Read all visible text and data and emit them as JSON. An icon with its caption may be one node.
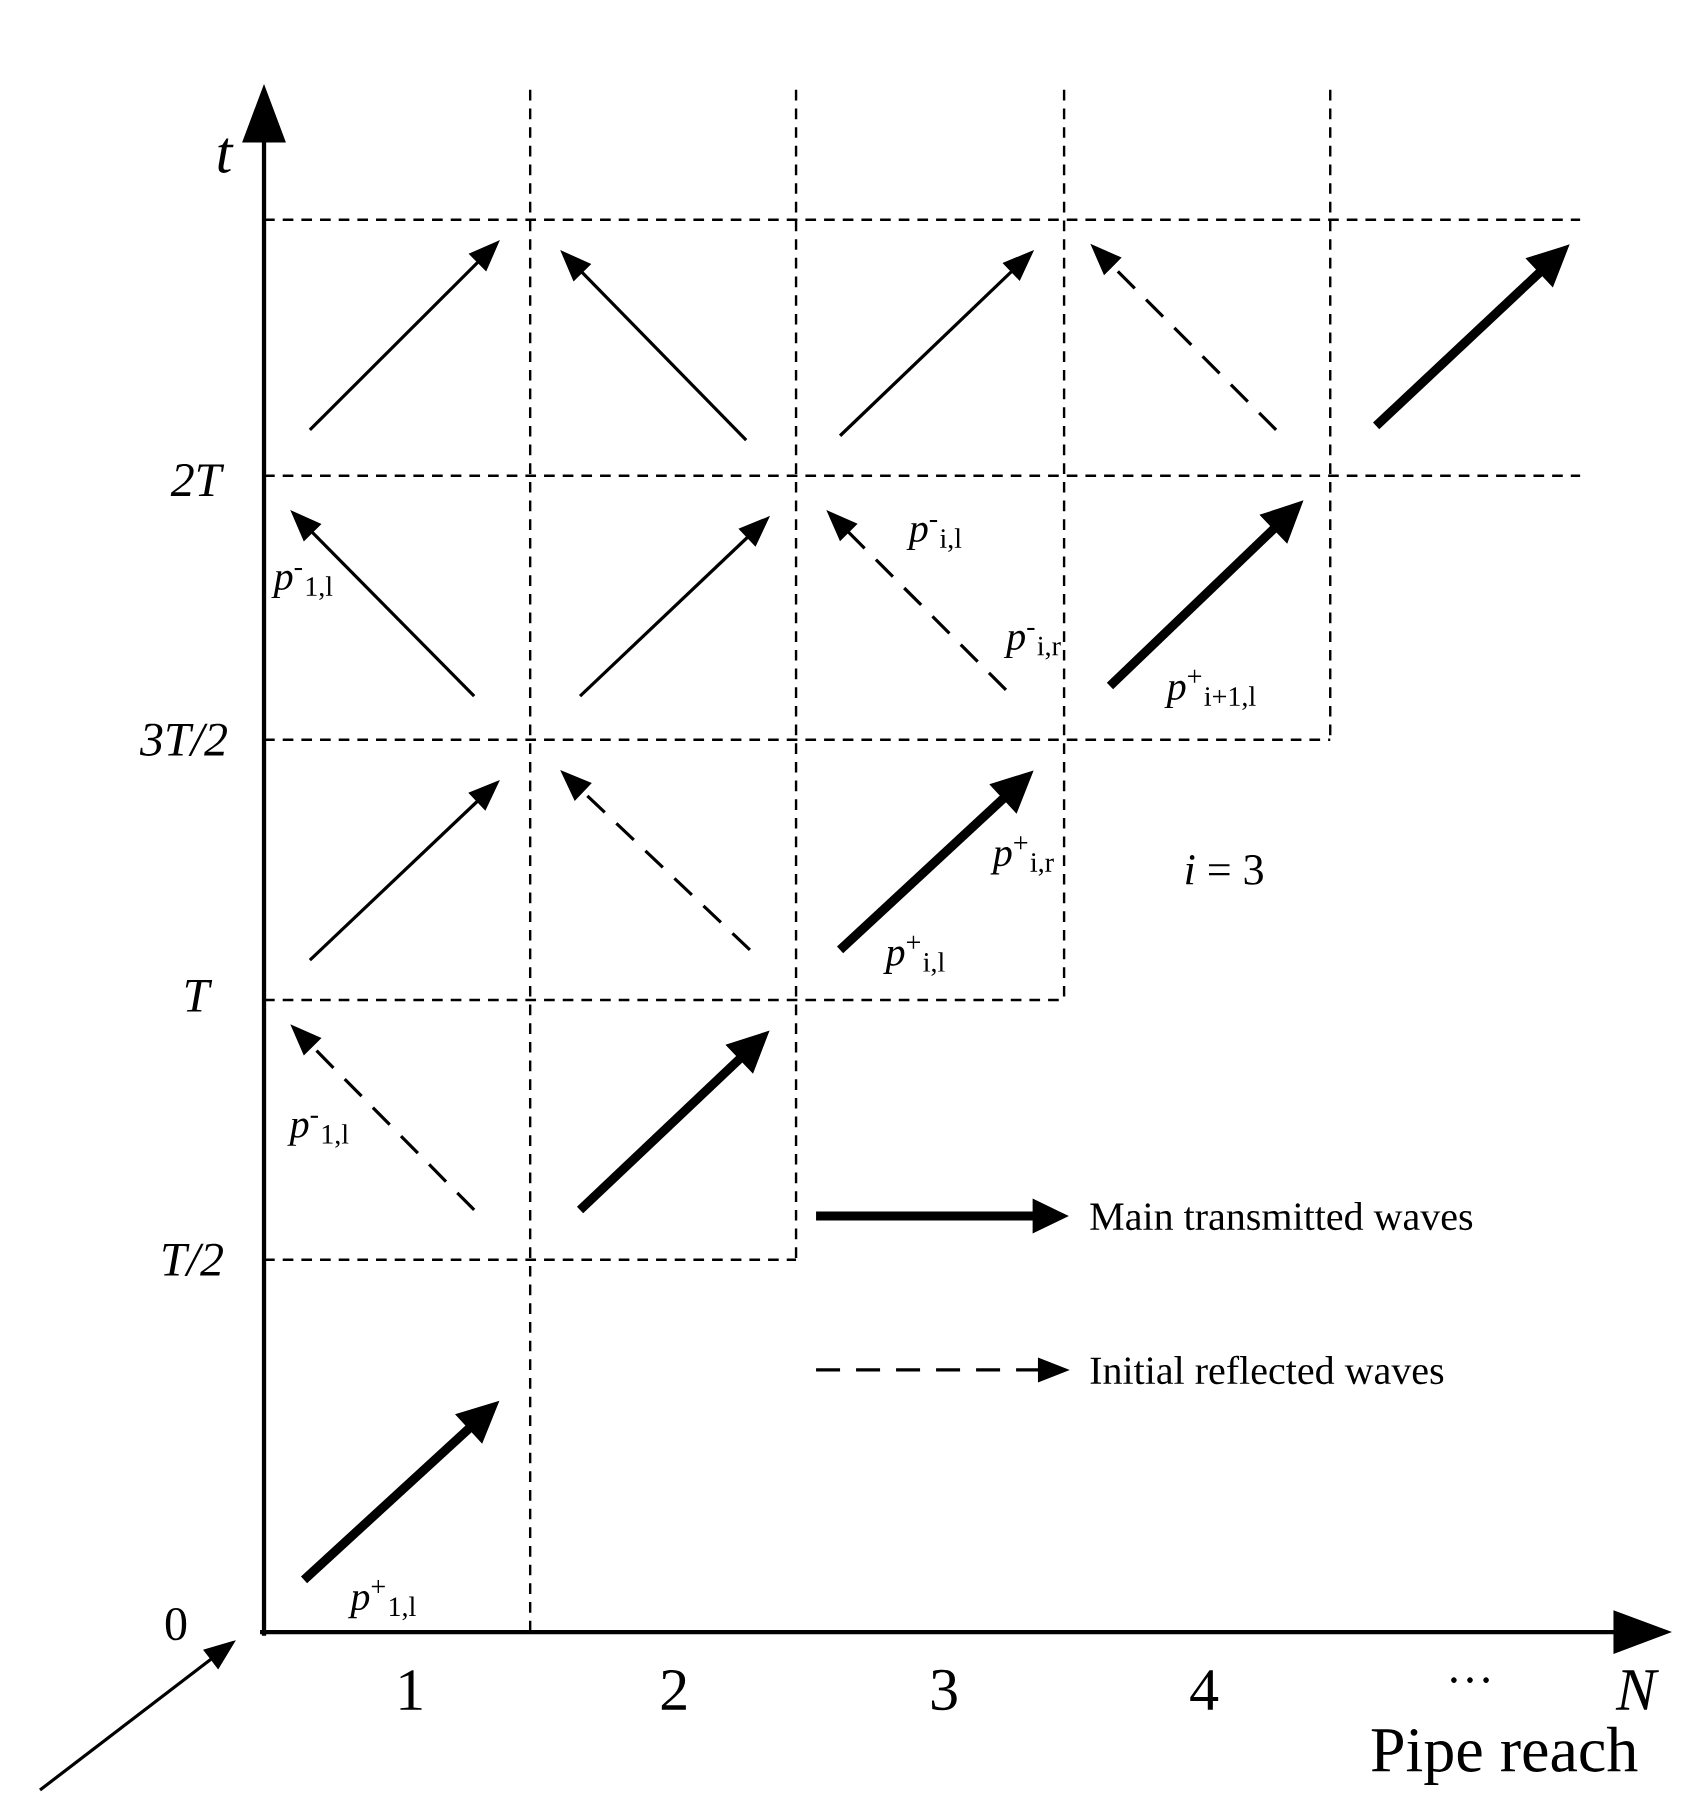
{
  "diagram": {
    "labels": [
      "t",
      "2T",
      "*p*$^{-}$$_{1,l}$",
      "*p*$^{-}$$_{i,l}$",
      "*p*$^{-}$$_{i,r}$",
      "*p*$^{+}$$_{i+1,l}$",
      "3T/2",
      "*p*$^{+}$$_{i,r}$",
      "*i* = 3",
      "*p*$^{+}$$_{i,l}$",
      "T",
      "*p*$^{-}$$_{1,l}$",
      "T/2",
      "*p*$^{+}$$_{1,l}$",
      "0",
      "1",
      "2",
      "3",
      "4",
      "…",
      "N",
      "Pipe reach"
    ],
    "legend": [
      {
        "text": "Main transmitted waves"
      },
      {
        "text": "Initial reflected waves"
      }
    ]
  }
}
